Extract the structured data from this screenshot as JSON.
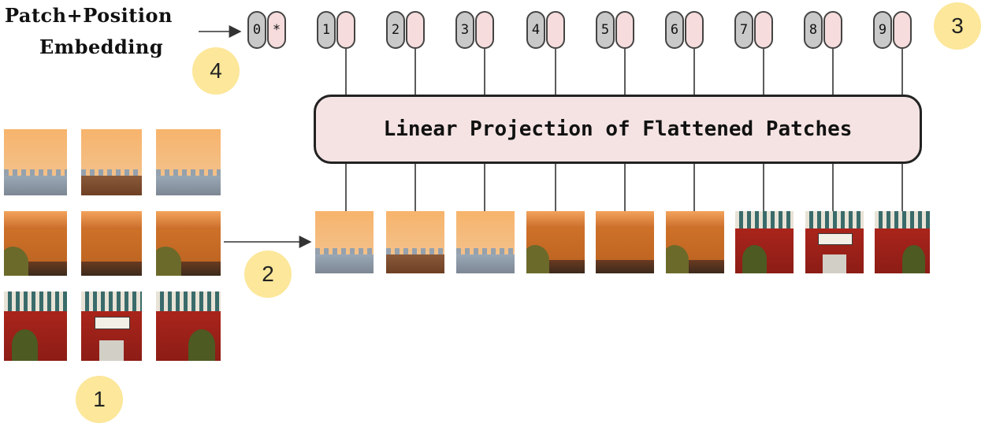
{
  "labels": {
    "patch_position_line1": "Patch+Position",
    "patch_position_line2": "Embedding",
    "projection": "Linear Projection of Flattened Patches"
  },
  "badges": [
    "1",
    "2",
    "3",
    "4"
  ],
  "tokens": [
    "0",
    "1",
    "2",
    "3",
    "4",
    "5",
    "6",
    "7",
    "8",
    "9"
  ],
  "class_token_marker": "*",
  "colors": {
    "badge": "#fce79a",
    "token_number": "#c9c9c9",
    "token_position": "#f6dcdc",
    "projection_box": "#f5e3e3"
  },
  "patch_images": [
    "sky-city",
    "sky-roof",
    "sky-city",
    "roof-left",
    "roof-mid",
    "roof-right",
    "wall-left",
    "wall-plaque",
    "wall-right"
  ]
}
